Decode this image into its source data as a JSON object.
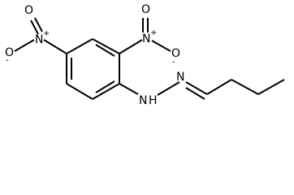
{
  "molecule": {
    "atoms": {
      "nitro_left_o_top": "O",
      "nitro_left_n": "N",
      "nitro_left_o_bottom": "O",
      "nitro_left_n_charge": "+",
      "nitro_left_o_charge": "-",
      "nitro_right_o_top": "O",
      "nitro_right_n": "N",
      "nitro_right_o_right": "O",
      "nitro_right_n_charge": "+",
      "nitro_right_o_charge": "-",
      "hydrazine_nh_n": "N",
      "hydrazine_nh_h": "H",
      "hydrazine_n": "N"
    }
  }
}
